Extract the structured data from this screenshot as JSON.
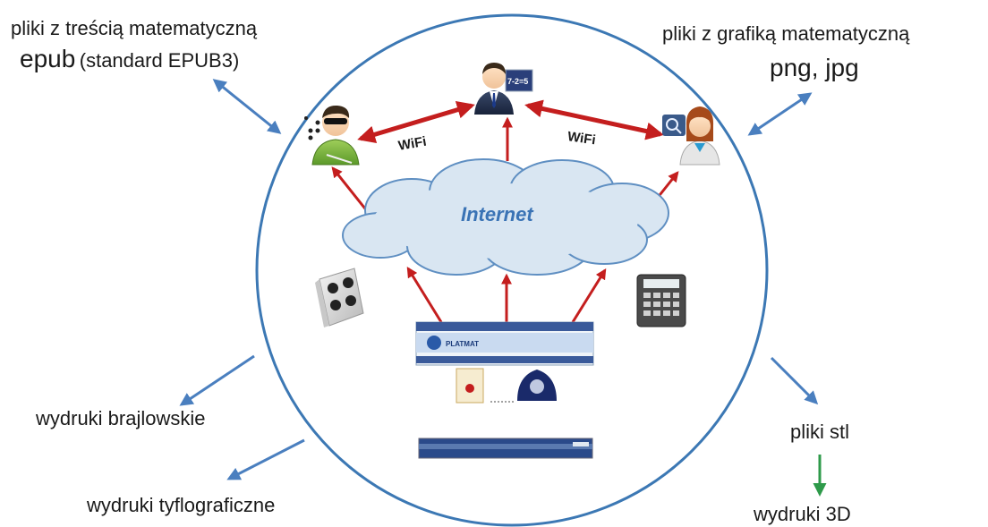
{
  "labels": {
    "top_left_line1": "pliki z treścią matematyczną",
    "top_left_line2_main": "epub",
    "top_left_line2_detail": "(standard EPUB3)",
    "top_right_line1": "pliki z grafiką matematyczną",
    "top_right_line2": "png, jpg",
    "braille_prints": "wydruki brajlowskie",
    "tactile_prints": "wydruki tyflograficzne",
    "stl_files": "pliki stl",
    "prints_3d": "wydruki 3D"
  },
  "network": {
    "cloud_label": "Internet",
    "wifi_left": "WiFi",
    "wifi_right": "WiFi",
    "teacher_board_text": "7-2=5",
    "site_logo_text": "PLATMAT"
  },
  "colors": {
    "circle": "#3c78b4",
    "outer_arrows": "#4a7fbf",
    "red_arrows": "#c41e1e",
    "green_arrow": "#2e9a4a",
    "cloud_fill": "#d9e6f2",
    "cloud_stroke": "#5f8fc2"
  },
  "icons": [
    "braille-user-icon",
    "teacher-icon",
    "low-vision-user-icon",
    "braille-cell-icon",
    "calculator-icon",
    "website-screenshot"
  ]
}
